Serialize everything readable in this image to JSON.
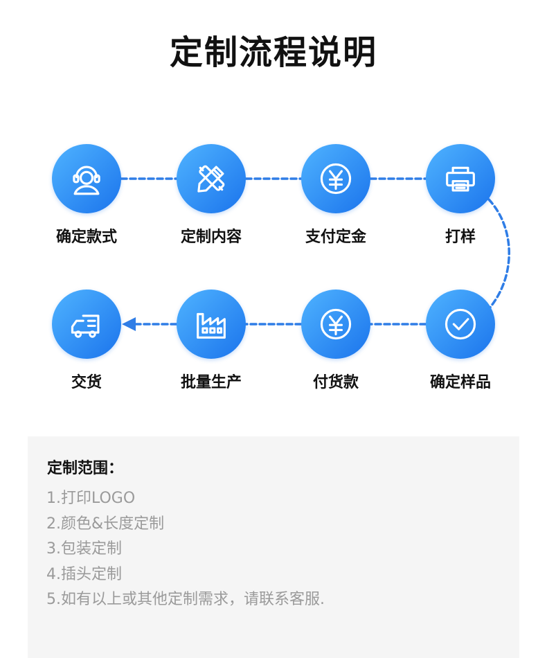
{
  "title": "定制流程说明",
  "steps": [
    {
      "label": "确定款式",
      "icon": "customer-service-icon"
    },
    {
      "label": "定制内容",
      "icon": "design-tools-icon"
    },
    {
      "label": "支付定金",
      "icon": "yuan-coin-icon"
    },
    {
      "label": "打样",
      "icon": "printer-icon"
    },
    {
      "label": "确定样品",
      "icon": "check-circle-icon"
    },
    {
      "label": "付货款",
      "icon": "yuan-coin-icon"
    },
    {
      "label": "批量生产",
      "icon": "factory-icon"
    },
    {
      "label": "交货",
      "icon": "delivery-truck-icon"
    }
  ],
  "colors": {
    "accent": "#1b74ec",
    "accent_light": "#4fb3ff",
    "connector": "#2f7de6",
    "panel_bg": "#f5f5f5",
    "list_text": "#9a9a9a"
  },
  "scope": {
    "heading": "定制范围：",
    "items": [
      "1.打印LOGO",
      "2.颜色&长度定制",
      "3.包装定制",
      "4.插头定制",
      "5.如有以上或其他定制需求，请联系客服."
    ]
  }
}
